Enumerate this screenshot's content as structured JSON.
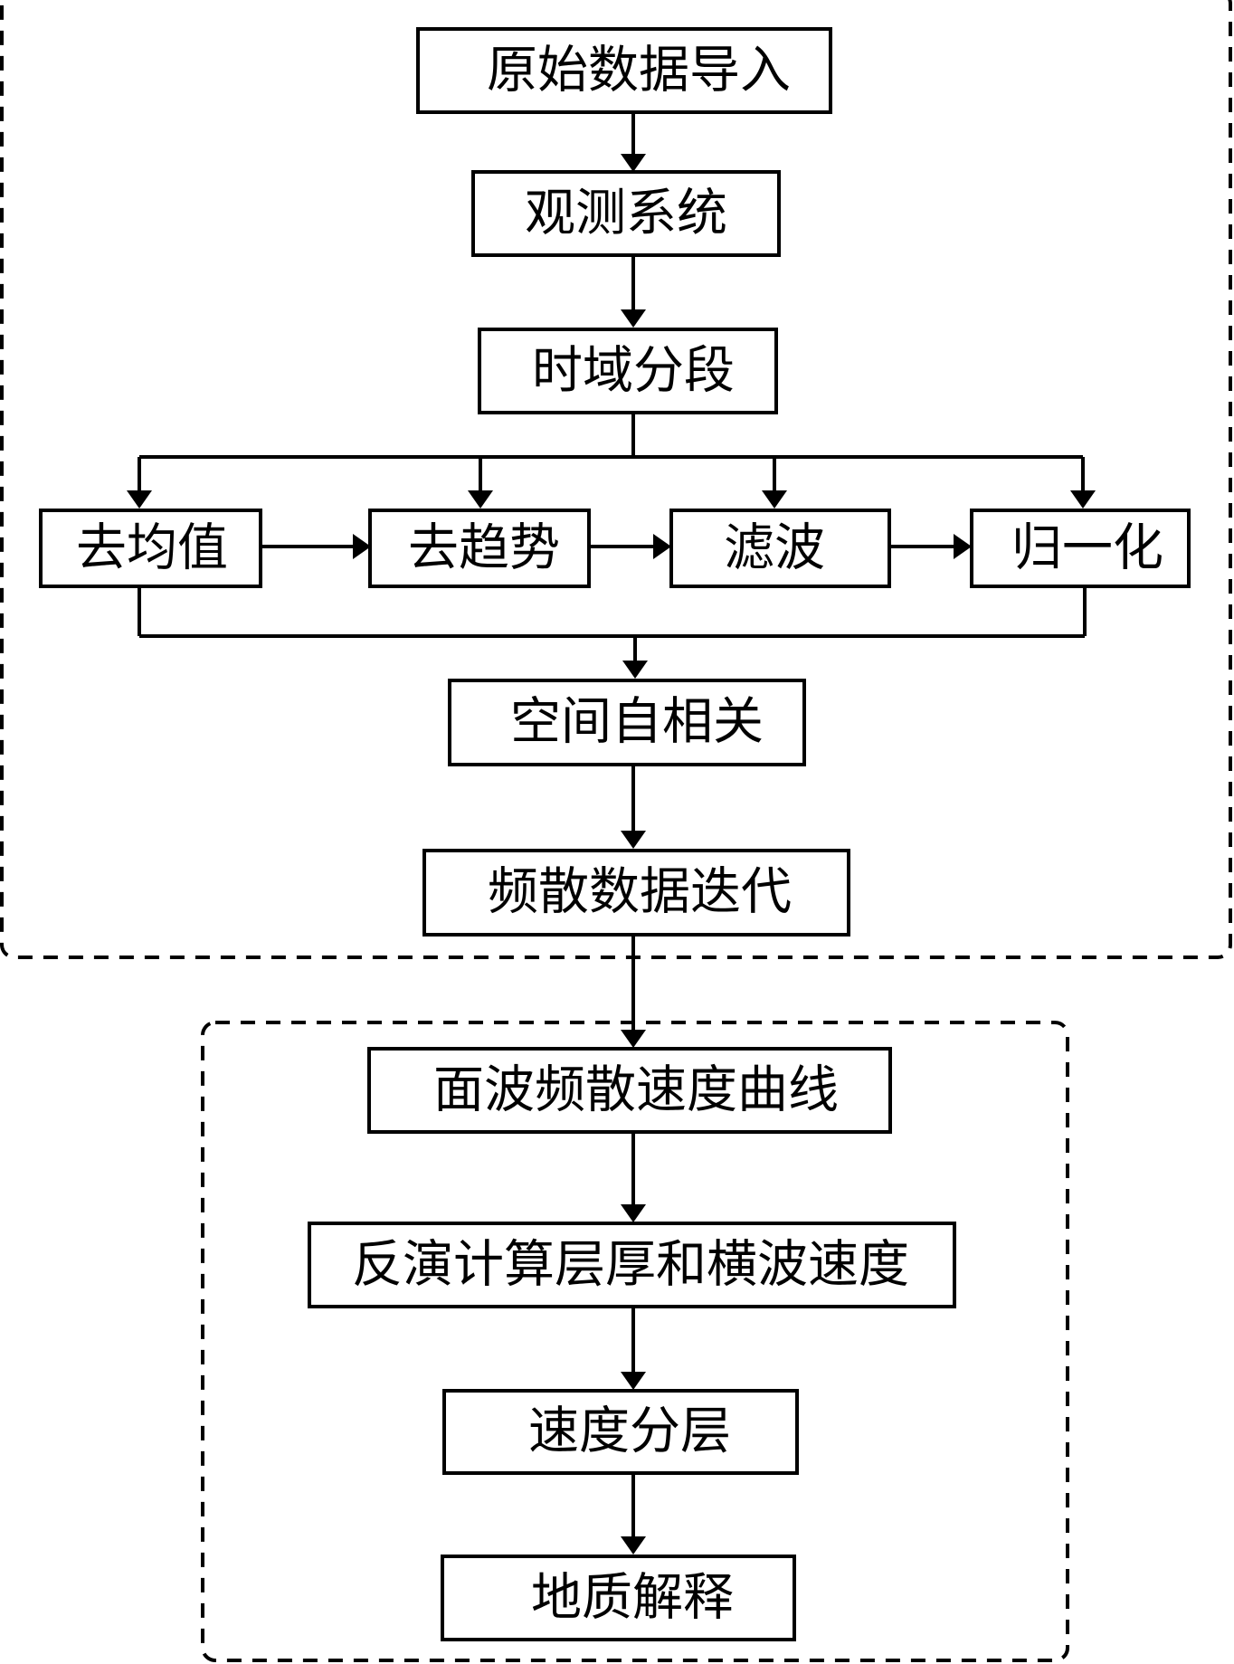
{
  "diagram": {
    "nodes": {
      "raw_import": "原始数据导入",
      "observation": "观测系统",
      "time_segment": "时域分段",
      "remove_mean": "去均值",
      "detrend": "去趋势",
      "filter": "滤波",
      "normalize": "归一化",
      "spac": "空间自相关",
      "dispersion_iter": "频散数据迭代",
      "dispersion_curve": "面波频散速度曲线",
      "inversion": "反演计算层厚和横波速度",
      "velocity_layer": "速度分层",
      "geo_interp": "地质解释"
    },
    "edges": [
      [
        "raw_import",
        "observation"
      ],
      [
        "observation",
        "time_segment"
      ],
      [
        "time_segment",
        "remove_mean"
      ],
      [
        "time_segment",
        "detrend"
      ],
      [
        "time_segment",
        "filter"
      ],
      [
        "time_segment",
        "normalize"
      ],
      [
        "remove_mean",
        "detrend"
      ],
      [
        "detrend",
        "filter"
      ],
      [
        "filter",
        "normalize"
      ],
      [
        "remove_mean",
        "spac"
      ],
      [
        "normalize",
        "spac"
      ],
      [
        "spac",
        "dispersion_iter"
      ],
      [
        "dispersion_iter",
        "dispersion_curve"
      ],
      [
        "dispersion_curve",
        "inversion"
      ],
      [
        "inversion",
        "velocity_layer"
      ],
      [
        "velocity_layer",
        "geo_interp"
      ]
    ],
    "groups": [
      "preprocessing",
      "interpretation"
    ]
  }
}
